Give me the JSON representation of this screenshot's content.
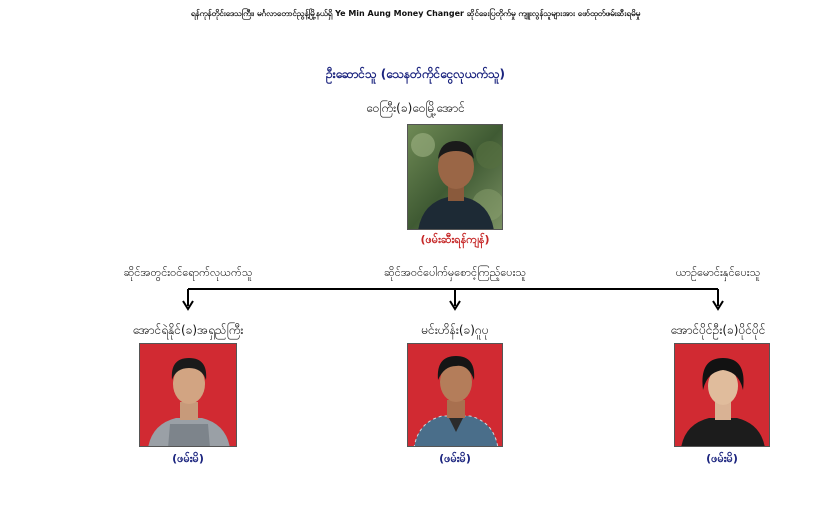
{
  "title": "ရန်ကုန်တိုင်းဒေသကြီး၊ မင်္ဂလာတောင်ညွန့်မြို့နယ်ရှိ Ye Min Aung Money Changer ဆိုင်ခေးပြတိုက်မှု ကျူးလွန်သူများအား ဖော်ထုတ်ဖမ်းဆီးရမိမှု",
  "leader": {
    "role": "ဦးဆောင်သူ  (သေနတ်ကိုင်ငွေလုယက်သူ)",
    "name": "ဝေကြီး(ခ)ဝေမြို့အောင်",
    "status": "(ဖမ်းဆီးရန်ကျန်)",
    "status_color": "#c62828"
  },
  "members": [
    {
      "role": "ဆိုင်အတွင်းဝင်ရောက်လုယက်သူ",
      "name": "အောင်ရဲနိုင်(ခ)အရှည်ကြီး",
      "status": "(ဖမ်းမိ)",
      "status_color": "#1a237e"
    },
    {
      "role": "ဆိုင်အဝင်ပေါက်မှစောင့်ကြည့်ပေးသူ",
      "name": "မင်းဟိန်း(ခ)ဂူပု",
      "status": "(ဖမ်းမိ)",
      "status_color": "#1a237e"
    },
    {
      "role": "ယာဉ်မောင်းနှင်ပေးသူ",
      "name": "အောင်ပိုင်ဦး(ခ)ပိုင်ပိုင်",
      "status": "(ဖမ်းမိ)",
      "status_color": "#1a237e"
    }
  ]
}
